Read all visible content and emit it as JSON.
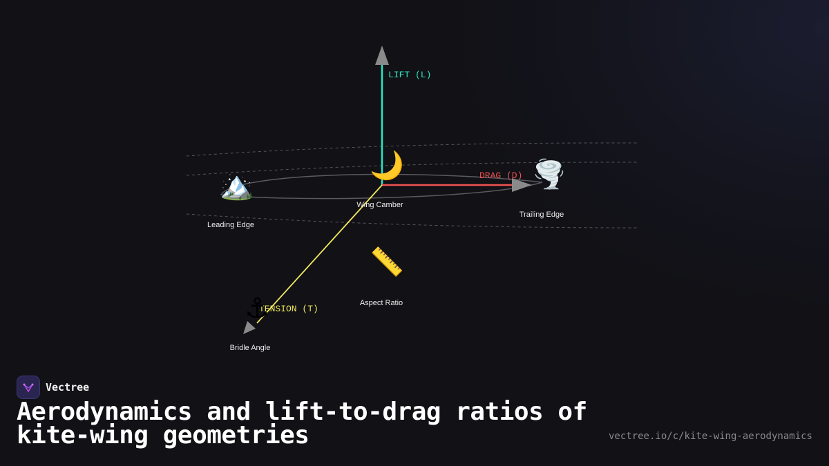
{
  "diagram": {
    "nodes": {
      "leading_edge": {
        "label": "Leading Edge",
        "icon": "mountain-icon",
        "glyph": "🏔️"
      },
      "wing_camber": {
        "label": "Wing Camber",
        "icon": "crescent-moon-icon",
        "glyph": "🌙"
      },
      "trailing_edge": {
        "label": "Trailing Edge",
        "icon": "tornado-icon",
        "glyph": "🌪️"
      },
      "aspect_ratio": {
        "label": "Aspect Ratio",
        "icon": "ruler-icon",
        "glyph": "📏"
      },
      "bridle_angle": {
        "label": "Bridle Angle",
        "icon": "anchor-icon",
        "glyph": "⚓"
      }
    },
    "vectors": {
      "lift": {
        "label": "LIFT (L)",
        "color": "#2ee6c2"
      },
      "drag": {
        "label": "DRAG (D)",
        "color": "#ef5350"
      },
      "tension": {
        "label": "TENSION (T)",
        "color": "#f2ea5e"
      }
    }
  },
  "footer": {
    "brand": "Vectree",
    "title": "Aerodynamics and lift-to-drag ratios of kite-wing geometries",
    "url": "vectree.io/c/kite-wing-aerodynamics"
  }
}
